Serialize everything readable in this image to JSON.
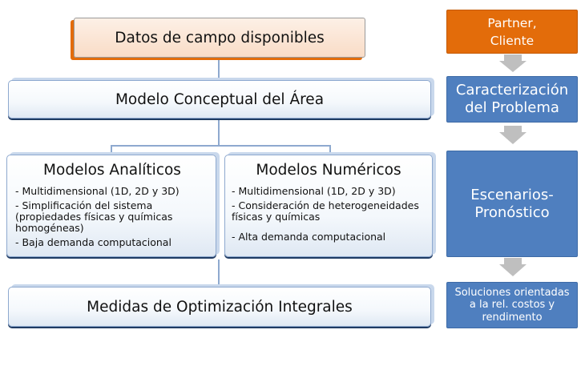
{
  "main": {
    "data_available": "Datos de campo disponibles",
    "conceptual_model": "Modelo Conceptual del Área",
    "analytical": {
      "title": "Modelos Analíticos",
      "items": [
        "- Multidimensional (1D, 2D y 3D)",
        "- Simplificación del sistema (propiedades físicas y químicas homogéneas)",
        "- Baja demanda computacional"
      ]
    },
    "numerical": {
      "title": "Modelos Numéricos",
      "items": [
        "- Multidimensional (1D, 2D y 3D)",
        "- Consideración de heterogeneidades físicas y químicas",
        "- Alta demanda computacional"
      ]
    },
    "optimization": "Medidas de Optimización Integrales"
  },
  "side": {
    "partner": "Partner, Cliente",
    "characterization": "Caracterización del Problema",
    "scenarios": "Escenarios-Pronóstico",
    "solutions": "Soluciones orientadas a la rel. costos y rendimento"
  },
  "colors": {
    "orange": "#e36c0a",
    "peach": "#fce5d3",
    "blue": "#4f7fbf",
    "light_blue_border": "#8ea9cf",
    "arrow_gray": "#bfbfbf"
  }
}
